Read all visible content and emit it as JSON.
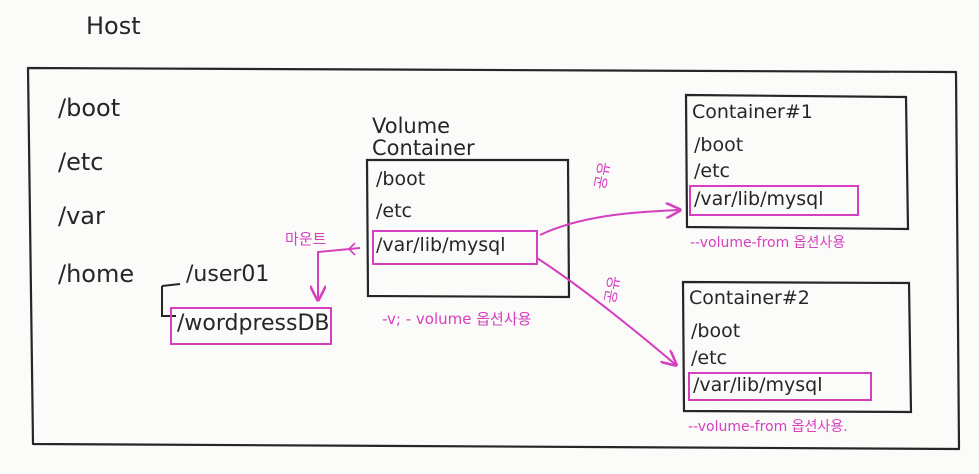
{
  "host": {
    "title": "Host",
    "dirs": [
      "/boot",
      "/etc",
      "/var",
      "/home"
    ],
    "home_children": [
      "/user01",
      "/wordpressDB"
    ]
  },
  "volume_container": {
    "title_line1": "Volume",
    "title_line2": "Container",
    "dirs": [
      "/boot",
      "/etc",
      "/var/lib/mysql"
    ],
    "note": "-v; - volume 옵션사용"
  },
  "container1": {
    "title": "Container#1",
    "dirs": [
      "/boot",
      "/etc",
      "/var/lib/mysql"
    ],
    "note": "--volume-from 옵션사용"
  },
  "container2": {
    "title": "Container#2",
    "dirs": [
      "/boot",
      "/etc",
      "/var/lib/mysql"
    ],
    "note": "--volume-from 옵션사용."
  },
  "labels": {
    "mount": "마운트",
    "share1": "공유",
    "share2": "공유"
  },
  "colors": {
    "ink": "#262626",
    "highlight": "#d63fbf",
    "paper": "#fbfbf9"
  }
}
